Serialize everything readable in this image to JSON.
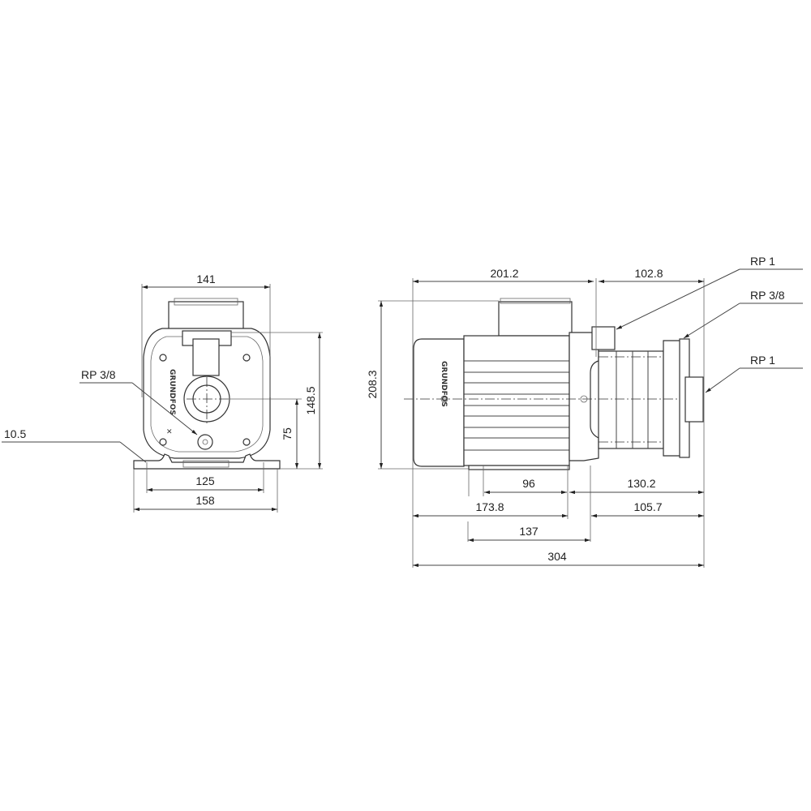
{
  "front_view": {
    "dimensions": {
      "width_top": "141",
      "height_total": "148.5",
      "height_axis": "75",
      "base_hole_spacing": "125",
      "base_width": "158",
      "foot_thickness": "10.5"
    },
    "callouts": {
      "drain_port": "RP 3/8"
    },
    "logo": "GRUNDFOS"
  },
  "side_view": {
    "dimensions": {
      "motor_length": "201.2",
      "pump_length": "102.8",
      "height_total": "208.3",
      "foot_holes": "96",
      "outlet_to_end": "130.2",
      "motor_to_foot": "173.8",
      "foot_to_end": "105.7",
      "foot_length": "137",
      "overall_length": "304"
    },
    "callouts": {
      "top_port": "RP 1",
      "vent_port": "RP 3/8",
      "inlet_port": "RP 1"
    },
    "logo": "GRUNDFOS"
  }
}
